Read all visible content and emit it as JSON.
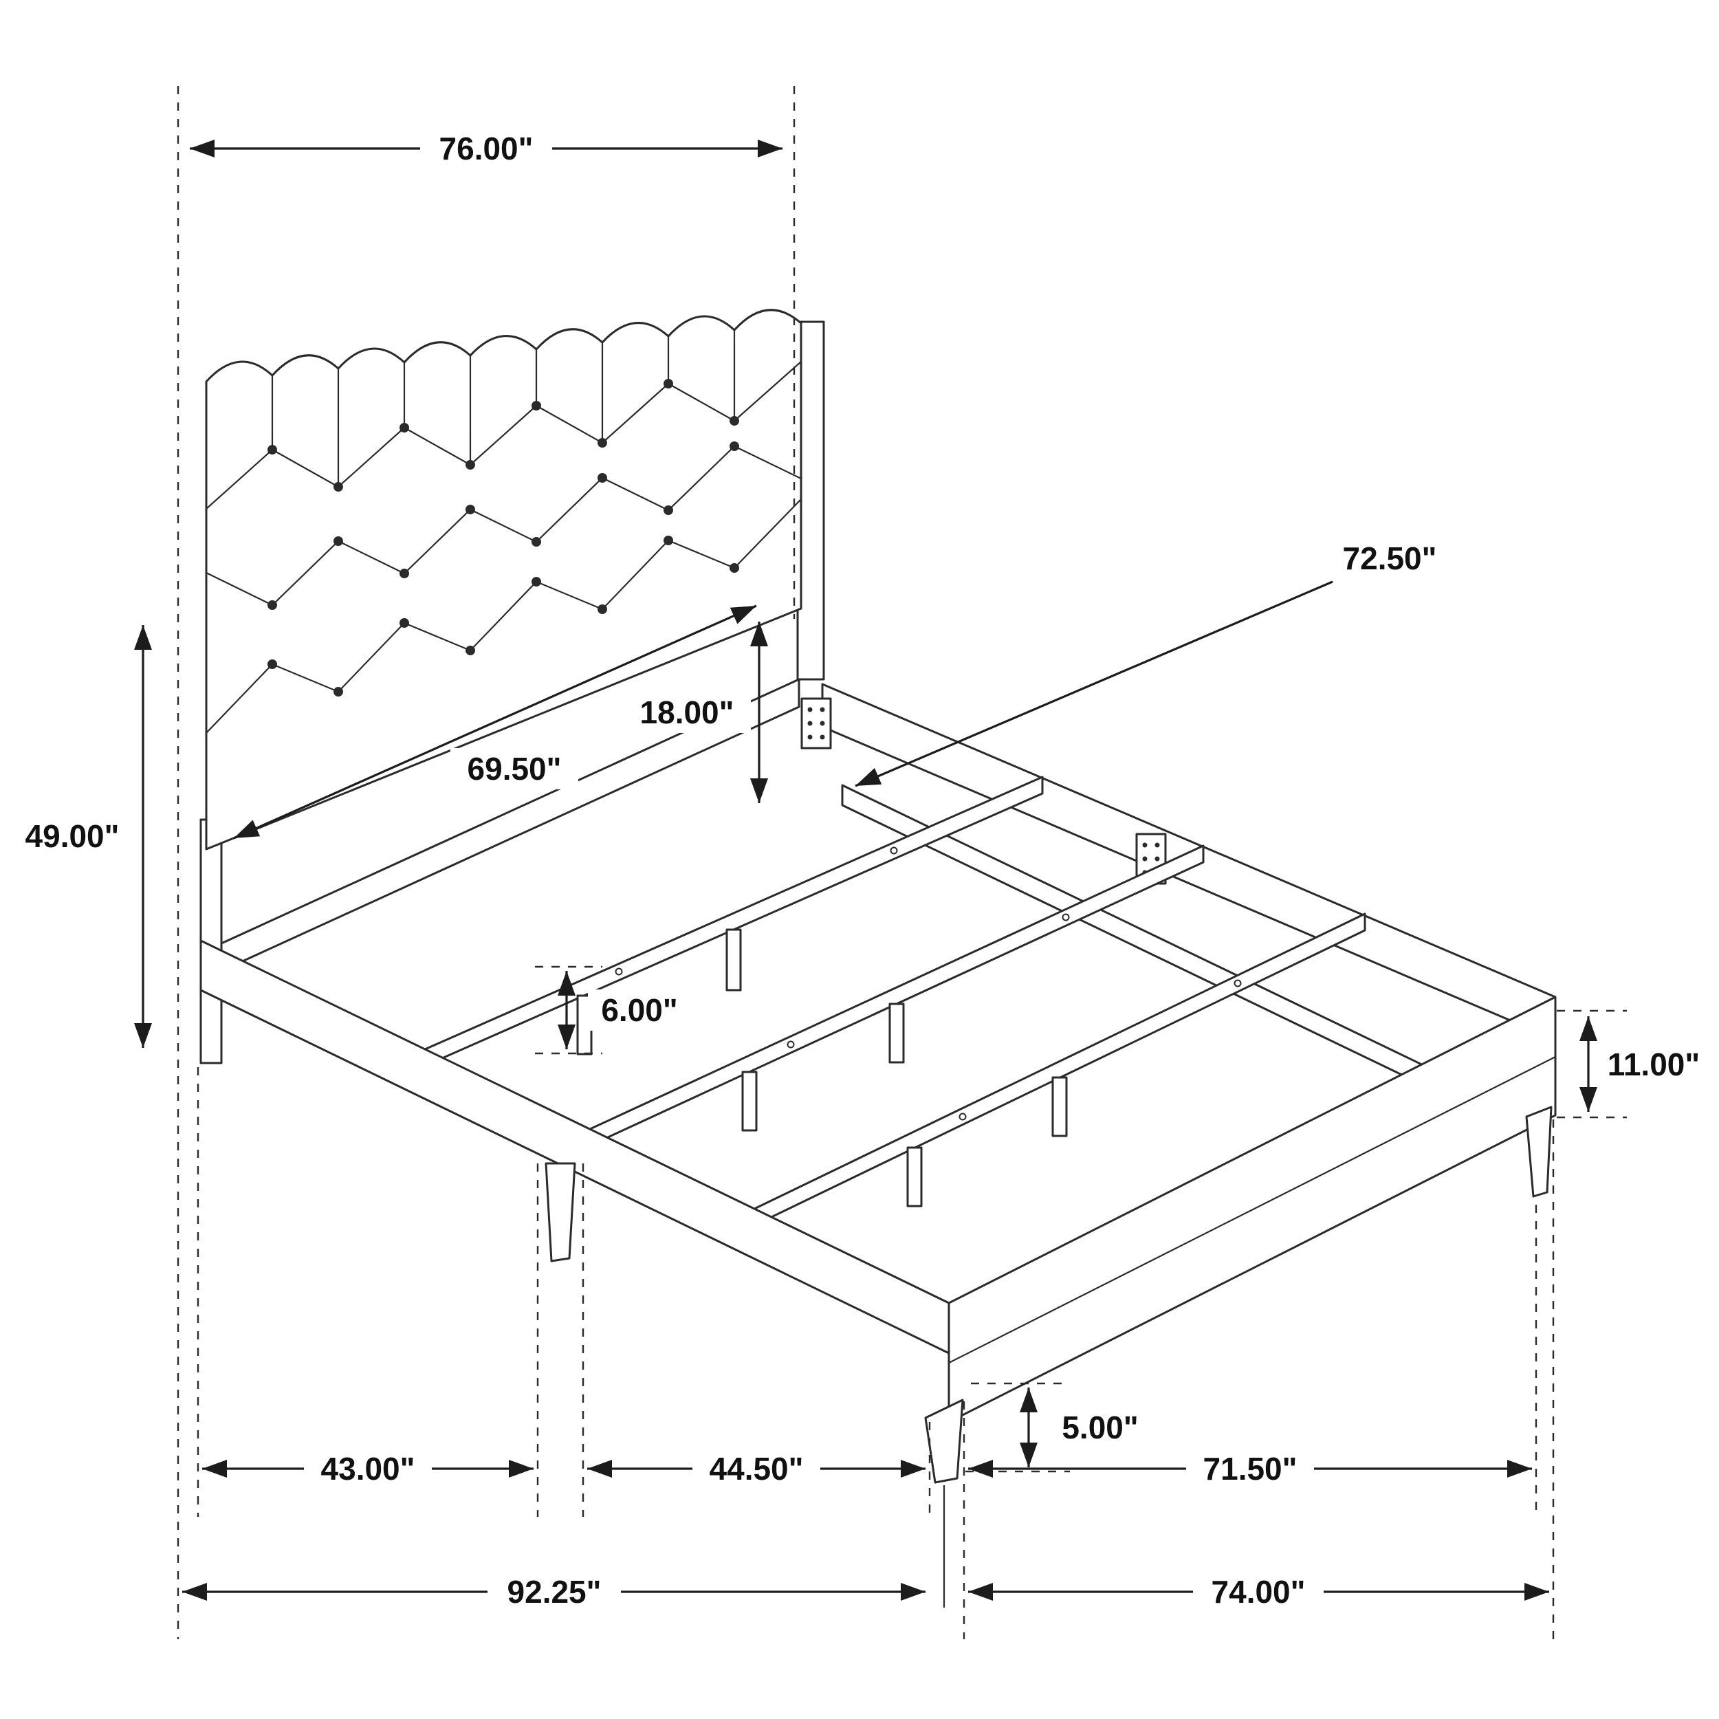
{
  "page": {
    "background": "#ffffff"
  },
  "diagram": {
    "name": "Upholstered tufted panel bed - dimension drawing",
    "line_color": "#2b2b2b",
    "labels": {
      "overall_width_top": "76.00\"",
      "slat_length": "72.50\"",
      "headboard_panel_height": "18.00\"",
      "headboard_inner_width": "69.50\"",
      "headboard_height": "49.00\"",
      "slat_leg_height": "6.00\"",
      "rail_height": "11.00\"",
      "foot_leg_height": "5.00\"",
      "head_to_mid_leg": "43.00\"",
      "mid_leg_to_foot_leg": "44.50\"",
      "foot_inner_width": "71.50\"",
      "overall_length": "92.25\"",
      "overall_width_bottom": "74.00\""
    }
  }
}
